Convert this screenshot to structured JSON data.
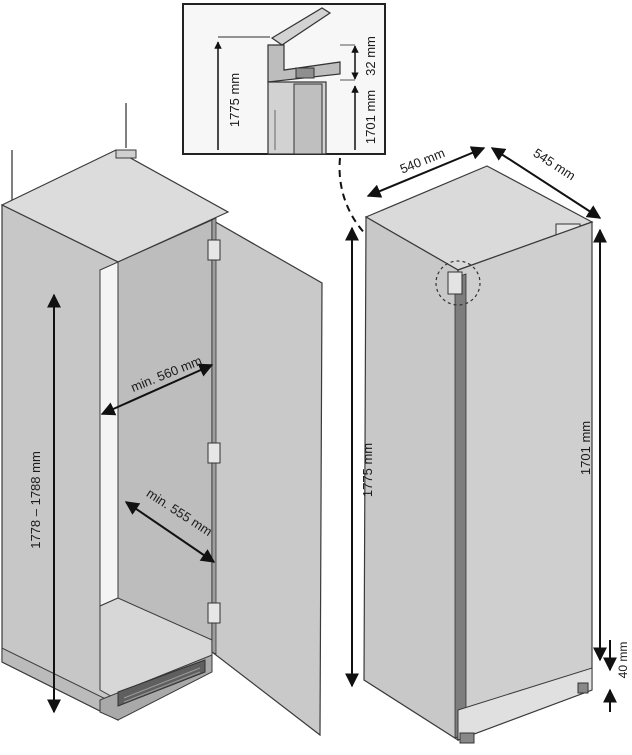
{
  "labels": {
    "niche_height": "1778 – 1788 mm",
    "niche_width": "min. 560 mm",
    "niche_depth": "min. 555 mm",
    "appliance_height": "1775 mm",
    "appliance_width": "540 mm",
    "appliance_depth": "545 mm",
    "door_height": "1701 mm",
    "bottom_gap": "40 mm",
    "detail_total_height": "1775 mm",
    "detail_top_gap": "32 mm",
    "detail_door_height": "1701 mm"
  },
  "colors": {
    "panel": "#c8c8c8",
    "panel_dark": "#b3b3b3",
    "panel_light": "#dedede",
    "outline": "#3a3a3a",
    "arrow": "#111111"
  }
}
